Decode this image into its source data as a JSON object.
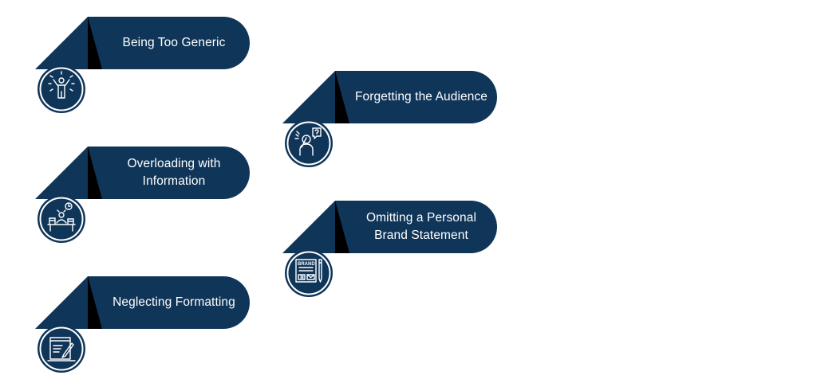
{
  "colors": {
    "navy": "#0f3558",
    "shadow": "#000000",
    "ring": "#ffffff",
    "icon_stroke": "#ffffff"
  },
  "items": [
    {
      "label": "Being Too Generic",
      "icon": "person-spotlight-icon"
    },
    {
      "label": "Overloading with Information",
      "icon": "overwhelmed-desk-icon"
    },
    {
      "label": "Neglecting Formatting",
      "icon": "document-edit-icon"
    },
    {
      "label": "Forgetting the Audience",
      "icon": "confused-person-icon"
    },
    {
      "label": "Omitting a Personal Brand Statement",
      "icon": "brand-card-icon",
      "icon_text": "BRAND"
    }
  ]
}
